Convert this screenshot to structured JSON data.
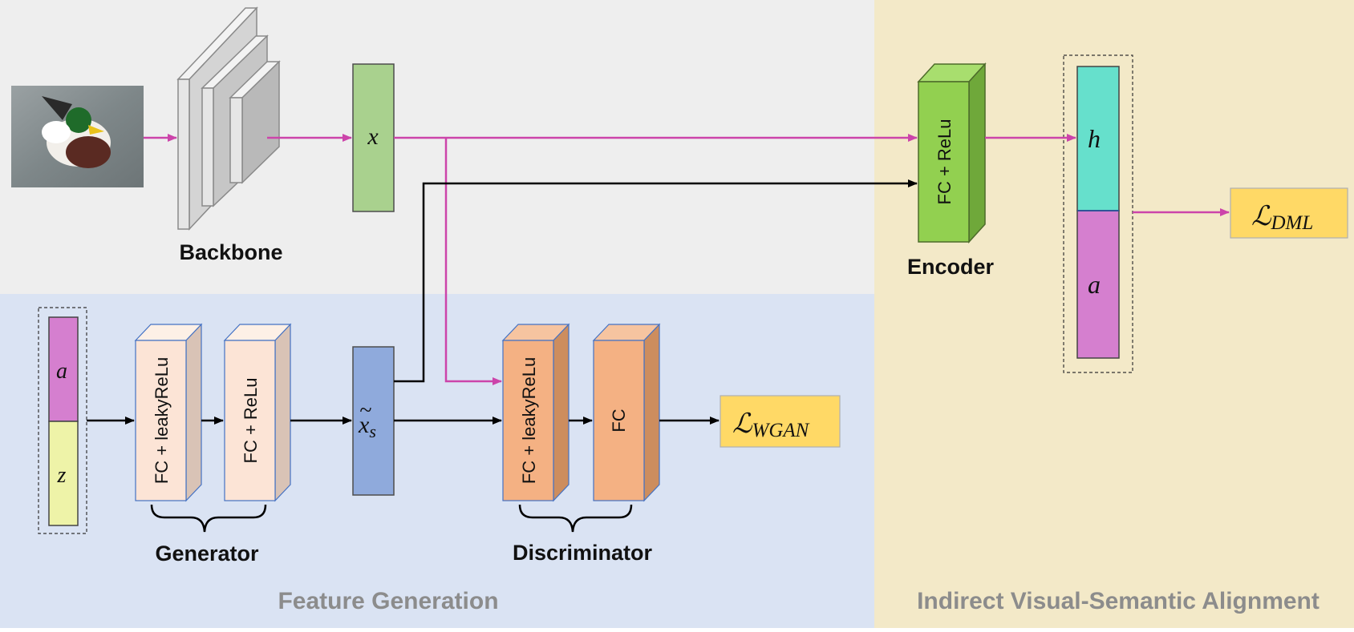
{
  "labels": {
    "backbone": "Backbone",
    "encoder": "Encoder",
    "generator": "Generator",
    "discriminator": "Discriminator"
  },
  "regions": {
    "feature_generation": "Feature Generation",
    "alignment": "Indirect Visual-Semantic Alignment"
  },
  "blocks": {
    "encoder_fc": "FC + ReLu",
    "gen_fc1": "FC + leakyReLu",
    "gen_fc2": "FC + ReLu",
    "disc_fc1": "FC + leakyReLu",
    "disc_fc2": "FC"
  },
  "symbols": {
    "x": "x",
    "h": "h",
    "a": "a",
    "z": "z",
    "x_s_base": "x",
    "x_s_sub": "s",
    "x_s_tilde": "~",
    "loss_script": "ℒ",
    "loss_dml_sub": "DML",
    "loss_wgan_sub": "WGAN"
  },
  "colors": {
    "bg_top": "#eeeeee",
    "bg_bottom": "#dae3f3",
    "bg_right": "#f3e9c8",
    "pink_arrow": "#cc44aa",
    "feature_x": "#a9d18e",
    "encoder_green": "#92d050",
    "h_teal": "#66e0cc",
    "a_pink": "#d57fcf",
    "z_yellow": "#eef3a8",
    "gen_peach": "#fce4d6",
    "disc_orange": "#f4b183",
    "xs_blue": "#8faadc",
    "loss_gold": "#ffd966"
  }
}
